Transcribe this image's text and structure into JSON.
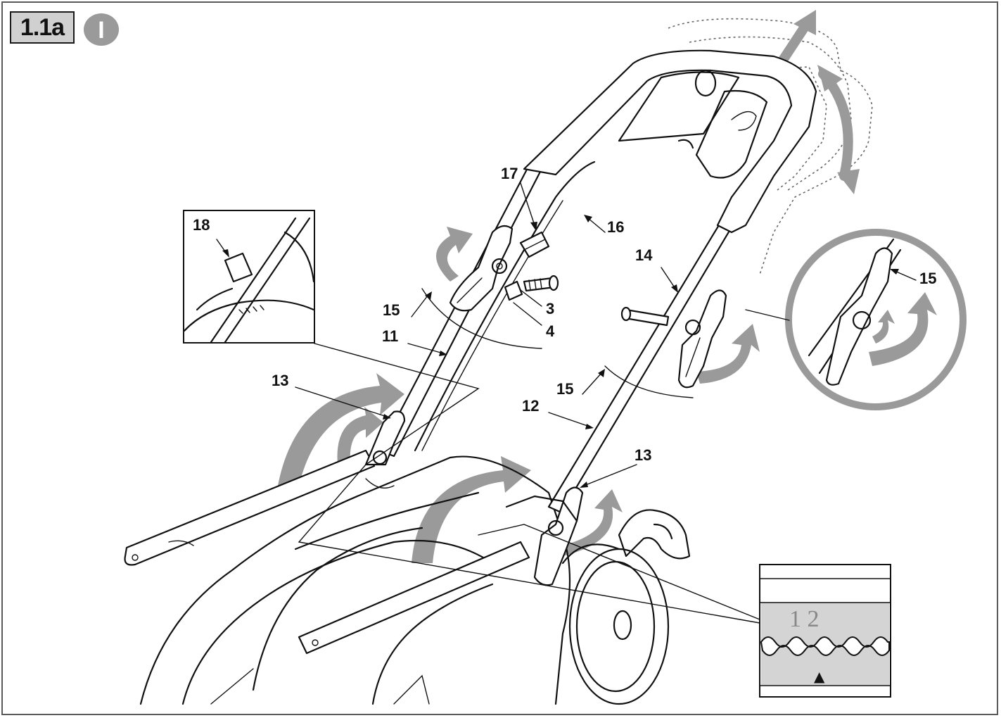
{
  "figure": {
    "label": "1.1a",
    "badge_symbol": "I"
  },
  "colors": {
    "label_bg": "#d0d0d0",
    "badge": "#9a9a9a",
    "arrow": "#9a9a9a",
    "line": "#111111"
  },
  "callouts": {
    "c18": "18",
    "c17": "17",
    "c16": "16",
    "c14": "14",
    "c15_left": "15",
    "c15_mid": "15",
    "c15_right": "15",
    "c3": "3",
    "c4": "4",
    "c11": "11",
    "c12": "12",
    "c13_left": "13",
    "c13_right": "13"
  },
  "scale_inset": {
    "numbers": "1 2",
    "marker": "▲"
  }
}
